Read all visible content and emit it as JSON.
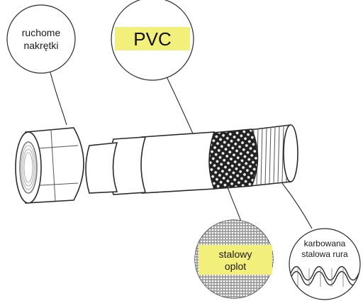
{
  "labels": {
    "nut_line1": "ruchome",
    "nut_line2": "nakrętki",
    "pvc": "PVC",
    "braid_line1": "stalowy",
    "braid_line2": "oplot",
    "corr_line1": "karbowana",
    "corr_line2": "stalowa rura"
  },
  "colors": {
    "highlight": "#f2f07a",
    "outline": "#2a2a2a",
    "braid_dark": "#1e1e1e"
  }
}
